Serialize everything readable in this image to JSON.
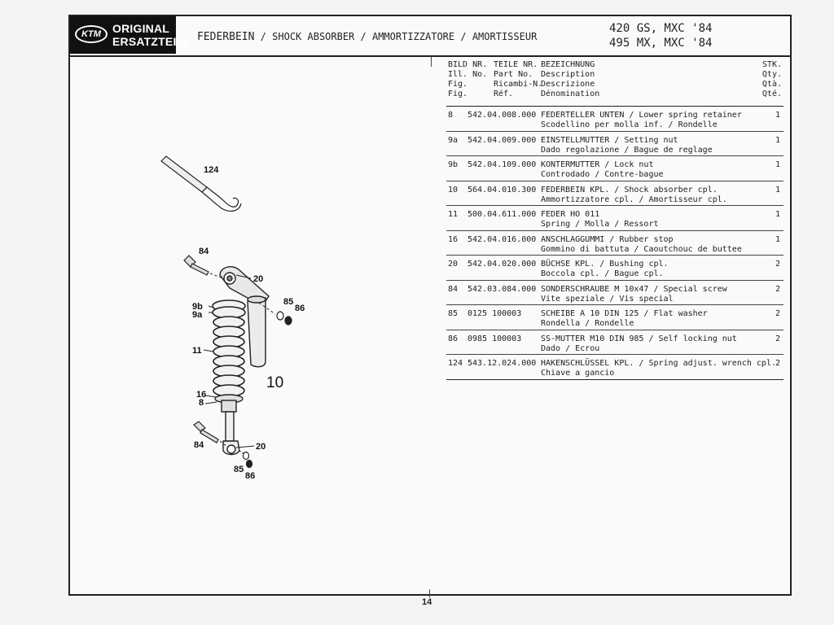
{
  "logo": {
    "mark": "KTM",
    "line1": "ORIGINAL",
    "line2": "ERSATZTEILE"
  },
  "title": {
    "de": "FEDERBEIN",
    "sep1": " / ",
    "en": "SHOCK ABSORBER",
    "sep2": " / ",
    "it": "AMMORTIZZATORE",
    "sep3": " / ",
    "fr": "AMORTISSEUR"
  },
  "models": [
    "420 GS, MXC '84",
    "495 MX, MXC '84"
  ],
  "table": {
    "headers": {
      "bild": [
        "BILD NR.",
        "Ill. No.",
        "Fig.",
        "Fig."
      ],
      "part": [
        "TEILE NR.",
        "Part No.",
        "Ricambi-N.",
        "Réf."
      ],
      "desc": [
        "BEZEICHNUNG",
        "Description",
        "Descrizione",
        "Dénomination"
      ],
      "qty": [
        "STK.",
        "Qty.",
        "Qtà.",
        "Qté."
      ]
    },
    "rows": [
      {
        "bild": "8",
        "part": "542.04.008.000",
        "desc1": "FEDERTELLER UNTEN / Lower spring retainer",
        "desc2": "Scodellino per molla inf. / Rondelle",
        "qty": "1"
      },
      {
        "bild": "9a",
        "part": "542.04.009.000",
        "desc1": "EINSTELLMUTTER / Setting nut",
        "desc2": "Dado regolazione / Bague de reglage",
        "qty": "1"
      },
      {
        "bild": "9b",
        "part": "542.04.109.000",
        "desc1": "KONTERMUTTER / Lock nut",
        "desc2": "Controdado / Contre-bague",
        "qty": "1"
      },
      {
        "bild": "10",
        "part": "564.04.010.300",
        "desc1": "FEDERBEIN KPL. / Shock absorber cpl.",
        "desc2": "Ammortizzatore cpl. / Amortisseur cpl.",
        "qty": "1"
      },
      {
        "bild": "11",
        "part": "500.04.611.000",
        "desc1": "FEDER HO 011",
        "desc2": "Spring / Molla / Ressort",
        "qty": "1"
      },
      {
        "bild": "16",
        "part": "542.04.016.000",
        "desc1": "ANSCHLAGGUMMI / Rubber stop",
        "desc2": "Gommino di battuta / Caoutchouc de buttee",
        "qty": "1"
      },
      {
        "bild": "20",
        "part": "542.04.020.000",
        "desc1": "BÜCHSE KPL. / Bushing cpl.",
        "desc2": "Boccola cpl. / Bague cpl.",
        "qty": "2"
      },
      {
        "bild": "84",
        "part": "542.03.084.000",
        "desc1": "SONDERSCHRAUBE M 10x47 / Special screw",
        "desc2": "Vite speziale / Vis special",
        "qty": "2"
      },
      {
        "bild": "85",
        "part": "0125 100003",
        "desc1": "SCHEIBE A 10 DIN 125 / Flat washer",
        "desc2": "Rondella / Rondelle",
        "qty": "2"
      },
      {
        "bild": "86",
        "part": "0985 100003",
        "desc1": "SS-MUTTER M10 DIN 985 / Self locking nut",
        "desc2": "Dado / Ecrou",
        "qty": "2"
      },
      {
        "bild": "124",
        "part": "543.12.024.000",
        "desc1": "HAKENSCHLÜSSEL KPL. / Spring adjust. wrench cpl.",
        "desc2": "Chiave a gancio",
        "qty": "2"
      }
    ]
  },
  "drawing": {
    "group_number": "10",
    "callouts": {
      "c124": "124",
      "c84a": "84",
      "c20a": "20",
      "c9b": "9b",
      "c9a": "9a",
      "c85a": "85",
      "c86a": "86",
      "c11": "11",
      "c16": "16",
      "c8": "8",
      "c84b": "84",
      "c20b": "20",
      "c85b": "85",
      "c86b": "86"
    }
  },
  "page_number": "14"
}
